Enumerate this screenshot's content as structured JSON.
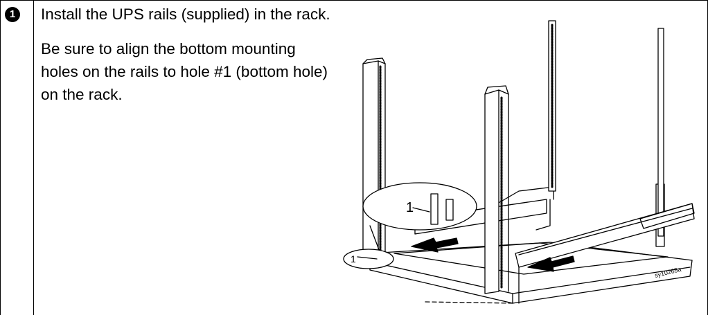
{
  "step": {
    "number": "1",
    "instruction": "Install the UPS rails (supplied) in the rack.",
    "note": "Be sure to align the bottom mounting holes on the rails to hole #1 (bottom hole) on the rack."
  },
  "figure": {
    "callout_large": "1",
    "callout_small": "1",
    "drawing_code": "sy10265a"
  }
}
